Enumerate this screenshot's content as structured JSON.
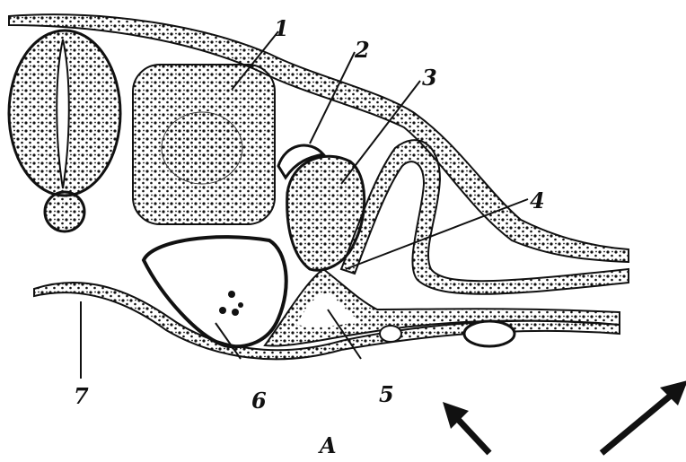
{
  "figure": {
    "panel_letter": "A",
    "labels": [
      "1",
      "2",
      "3",
      "4",
      "5",
      "6",
      "7"
    ]
  },
  "colors": {
    "ink": "#111111",
    "paper": "#ffffff"
  },
  "icons": [
    "arrow-up-left-icon",
    "arrow-up-right-icon"
  ]
}
